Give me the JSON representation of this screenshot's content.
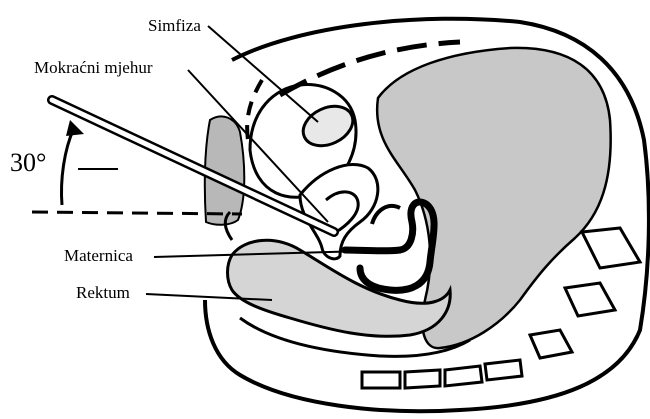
{
  "labels": {
    "symphysis": "Simfiza",
    "bladder": "Mokraćni mjehur",
    "angle": "30°",
    "uterus": "Maternica",
    "rectum": "Rektum"
  },
  "colors": {
    "tissue_fill": "#c8c8c8",
    "outline": "#000000",
    "background": "#ffffff"
  }
}
